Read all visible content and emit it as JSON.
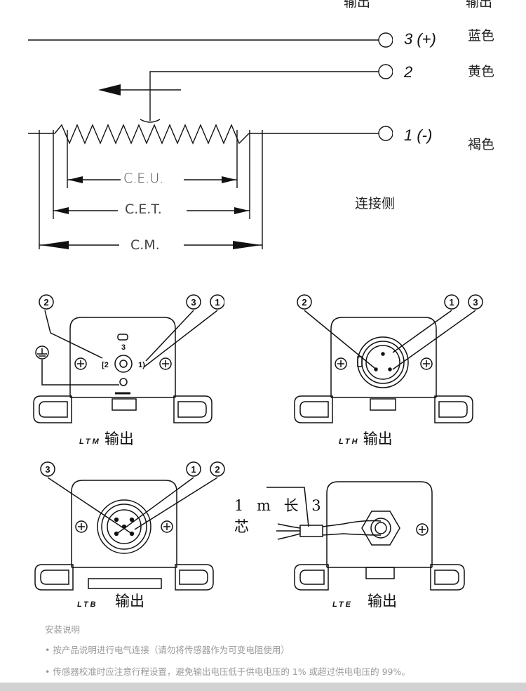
{
  "header_fragments": [
    "输出",
    "输出"
  ],
  "schematic": {
    "pins": [
      {
        "label": "3 (+)",
        "color_name": "蓝色"
      },
      {
        "label": "2",
        "color_name": "黄色"
      },
      {
        "label": "1 (-)",
        "color_name": "褐色"
      }
    ],
    "dimensions": [
      "C.E.U.",
      "C.E.T.",
      "C.M."
    ],
    "connection_side": "连接侧"
  },
  "views": [
    {
      "code": "LTM",
      "caption": "输出",
      "callouts": [
        "2",
        "3",
        "1"
      ]
    },
    {
      "code": "LTH",
      "caption": "输出",
      "callouts": [
        "2",
        "1",
        "3"
      ]
    },
    {
      "code": "LTB",
      "caption": "输出",
      "callouts": [
        "3",
        "1",
        "2"
      ]
    },
    {
      "code": "LTE",
      "caption": "输出",
      "cable_label_1": "1 m 长 3",
      "cable_label_2": "芯"
    }
  ],
  "notes": {
    "title": "安装说明",
    "items": [
      "• 按产品说明进行电气连接（请勿将传感器作为可变电阻使用）",
      "• 传感器校准时应注意行程设置，避免输出电压低于供电电压的 1% 或超过供电电压的 99%。"
    ]
  }
}
